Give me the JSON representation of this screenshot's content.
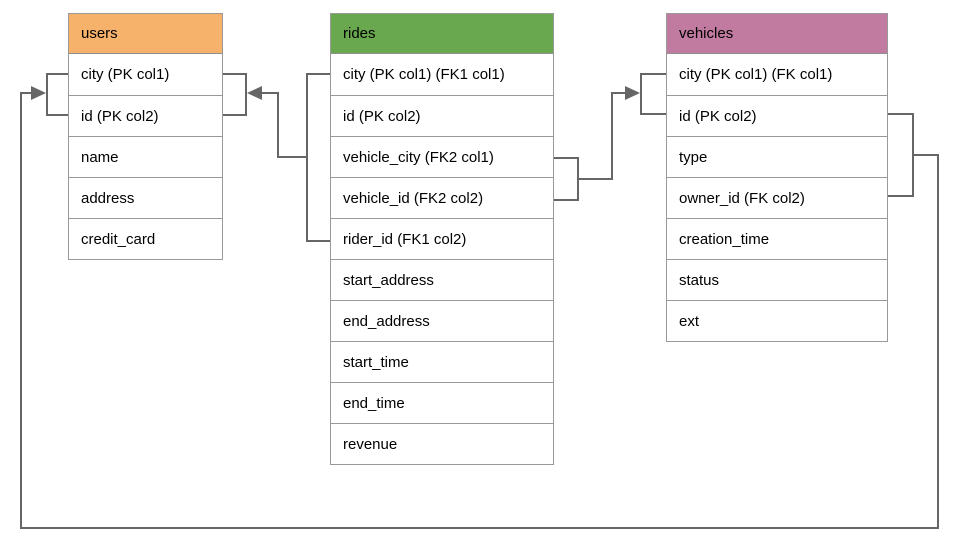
{
  "diagram": {
    "background": "#ffffff",
    "table_border_color": "#999999",
    "connector_color": "#666666",
    "tables": [
      {
        "name": "users",
        "header_color": "#f6b26b",
        "columns": [
          "city (PK col1)",
          "id (PK col2)",
          "name",
          "address",
          "credit_card"
        ]
      },
      {
        "name": "rides",
        "header_color": "#6aa84f",
        "columns": [
          "city (PK col1) (FK1 col1)",
          "id (PK col2)",
          "vehicle_city (FK2 col1)",
          "vehicle_id (FK2 col2)",
          "rider_id (FK1 col2)",
          "start_address",
          "end_address",
          "start_time",
          "end_time",
          "revenue"
        ]
      },
      {
        "name": "vehicles",
        "header_color": "#c27ba0",
        "columns": [
          "city (PK col1) (FK col1)",
          "id (PK col2)",
          "type",
          "owner_id (FK col2)",
          "creation_time",
          "status",
          "ext"
        ]
      }
    ],
    "relationships": [
      {
        "id": "FK1",
        "from_table": "rides",
        "from_columns": [
          "city",
          "rider_id"
        ],
        "to_table": "users",
        "to_columns": [
          "city",
          "id"
        ]
      },
      {
        "id": "FK2",
        "from_table": "rides",
        "from_columns": [
          "vehicle_city",
          "vehicle_id"
        ],
        "to_table": "vehicles",
        "to_columns": [
          "city",
          "id"
        ]
      },
      {
        "id": "FK",
        "from_table": "vehicles",
        "from_columns": [
          "id",
          "owner_id"
        ],
        "to_table": "users",
        "to_columns": [
          "city",
          "id"
        ]
      }
    ]
  }
}
